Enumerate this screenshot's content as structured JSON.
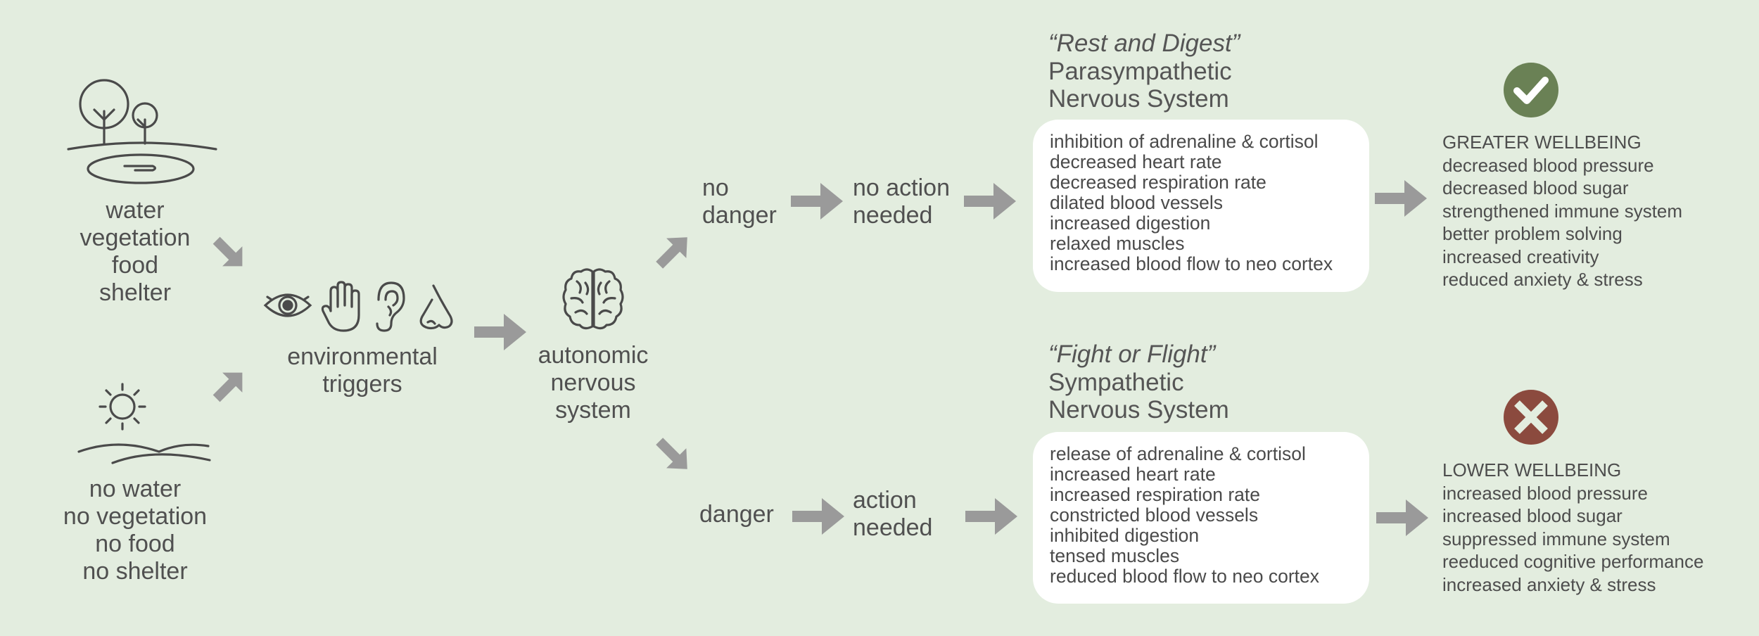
{
  "nature": {
    "lines": [
      "water",
      "vegetation",
      "food",
      "shelter"
    ]
  },
  "barren": {
    "lines": [
      "no water",
      "no vegetation",
      "no food",
      "no shelter"
    ]
  },
  "triggers": {
    "lines": [
      "environmental",
      "triggers"
    ]
  },
  "ans": {
    "lines": [
      "autonomic",
      "nervous",
      "system"
    ]
  },
  "nodanger": {
    "lines": [
      "no",
      "danger"
    ]
  },
  "danger": {
    "label": "danger"
  },
  "noaction": {
    "lines": [
      "no action",
      "needed"
    ]
  },
  "action": {
    "lines": [
      "action",
      "needed"
    ]
  },
  "para": {
    "quote": "“Rest and Digest”",
    "title_lines": [
      "Parasympathetic",
      "Nervous System"
    ],
    "effects": [
      "inhibition of adrenaline & cortisol",
      "decreased heart rate",
      "decreased respiration rate",
      "dilated blood vessels",
      "increased digestion",
      "relaxed muscles",
      "increased blood flow to neo cortex"
    ]
  },
  "symp": {
    "quote": "“Fight or Flight”",
    "title_lines": [
      "Sympathetic",
      "Nervous System"
    ],
    "effects": [
      "release of adrenaline & cortisol",
      "increased heart rate",
      "increased respiration rate",
      "constricted blood vessels",
      "inhibited digestion",
      "tensed muscles",
      "reduced blood flow to neo cortex"
    ]
  },
  "greater": {
    "lines": [
      "GREATER WELLBEING",
      "decreased blood pressure",
      "decreased blood sugar",
      "strengthened immune system",
      "better problem solving",
      "increased creativity",
      "reduced anxiety & stress"
    ]
  },
  "lower": {
    "lines": [
      "LOWER WELLBEING",
      "increased blood pressure",
      "increased blood sugar",
      "suppressed immune system",
      "reeduced cognitive performance",
      "increased anxiety & stress"
    ]
  },
  "colors": {
    "background": "#e3eddf",
    "arrow": "#9a9a9a",
    "icon_stroke": "#4a4a4a",
    "check": "#6a8155",
    "cross": "#8b4a3e"
  },
  "icons": [
    "trees-pond-icon",
    "sun-dunes-icon",
    "eye-icon",
    "hand-icon",
    "ear-icon",
    "nose-icon",
    "brain-icon",
    "check-icon",
    "cross-icon"
  ]
}
